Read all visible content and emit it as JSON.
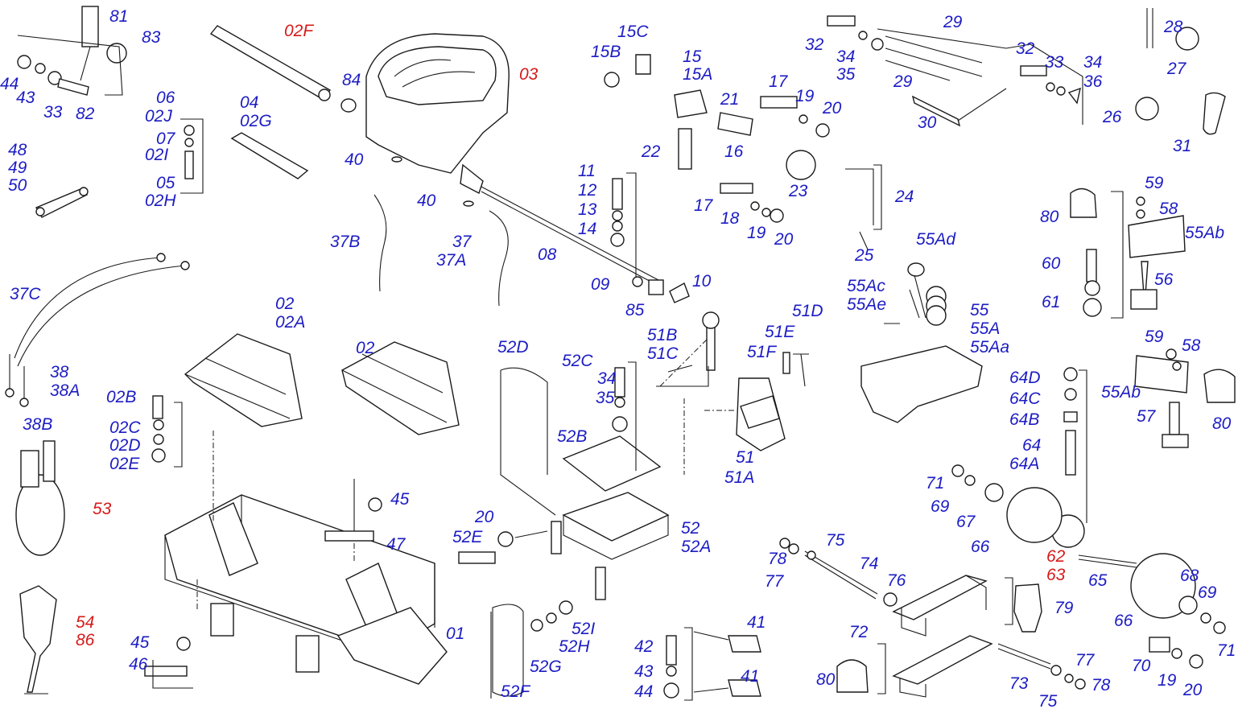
{
  "colors": {
    "standard": "#1c1cc4",
    "highlight": "#d61a1a",
    "drawing": "#1a1a1a"
  },
  "labels": [
    {
      "id": "81",
      "text": "81",
      "highlight": false
    },
    {
      "id": "83",
      "text": "83",
      "highlight": false
    },
    {
      "id": "44a",
      "text": "44",
      "highlight": false
    },
    {
      "id": "43a",
      "text": "43",
      "highlight": false
    },
    {
      "id": "33a",
      "text": "33",
      "highlight": false
    },
    {
      "id": "82",
      "text": "82",
      "highlight": false
    },
    {
      "id": "48",
      "text": "48",
      "highlight": false
    },
    {
      "id": "49",
      "text": "49",
      "highlight": false
    },
    {
      "id": "50",
      "text": "50",
      "highlight": false
    },
    {
      "id": "02F",
      "text": "02F",
      "highlight": true
    },
    {
      "id": "84",
      "text": "84",
      "highlight": false
    },
    {
      "id": "03",
      "text": "03",
      "highlight": true
    },
    {
      "id": "06",
      "text": "06",
      "highlight": false
    },
    {
      "id": "02J",
      "text": "02J",
      "highlight": false
    },
    {
      "id": "04",
      "text": "04",
      "highlight": false
    },
    {
      "id": "02G",
      "text": "02G",
      "highlight": false
    },
    {
      "id": "07",
      "text": "07",
      "highlight": false
    },
    {
      "id": "02I",
      "text": "02I",
      "highlight": false
    },
    {
      "id": "05",
      "text": "05",
      "highlight": false
    },
    {
      "id": "02H",
      "text": "02H",
      "highlight": false
    },
    {
      "id": "40a",
      "text": "40",
      "highlight": false
    },
    {
      "id": "40b",
      "text": "40",
      "highlight": false
    },
    {
      "id": "37B",
      "text": "37B",
      "highlight": false
    },
    {
      "id": "37",
      "text": "37",
      "highlight": false
    },
    {
      "id": "37A",
      "text": "37A",
      "highlight": false
    },
    {
      "id": "15C",
      "text": "15C",
      "highlight": false
    },
    {
      "id": "15B",
      "text": "15B",
      "highlight": false
    },
    {
      "id": "15",
      "text": "15",
      "highlight": false
    },
    {
      "id": "15A",
      "text": "15A",
      "highlight": false
    },
    {
      "id": "21",
      "text": "21",
      "highlight": false
    },
    {
      "id": "22",
      "text": "22",
      "highlight": false
    },
    {
      "id": "16",
      "text": "16",
      "highlight": false
    },
    {
      "id": "11",
      "text": "11",
      "highlight": false
    },
    {
      "id": "12",
      "text": "12",
      "highlight": false
    },
    {
      "id": "13",
      "text": "13",
      "highlight": false
    },
    {
      "id": "14",
      "text": "14",
      "highlight": false
    },
    {
      "id": "08",
      "text": "08",
      "highlight": false
    },
    {
      "id": "09",
      "text": "09",
      "highlight": false
    },
    {
      "id": "10",
      "text": "10",
      "highlight": false
    },
    {
      "id": "85",
      "text": "85",
      "highlight": false
    },
    {
      "id": "32a",
      "text": "32",
      "highlight": false
    },
    {
      "id": "34a",
      "text": "34",
      "highlight": false
    },
    {
      "id": "35a",
      "text": "35",
      "highlight": false
    },
    {
      "id": "29a",
      "text": "29",
      "highlight": false
    },
    {
      "id": "29b",
      "text": "29",
      "highlight": false
    },
    {
      "id": "30",
      "text": "30",
      "highlight": false
    },
    {
      "id": "32b",
      "text": "32",
      "highlight": false
    },
    {
      "id": "33b",
      "text": "33",
      "highlight": false
    },
    {
      "id": "34b",
      "text": "34",
      "highlight": false
    },
    {
      "id": "36",
      "text": "36",
      "highlight": false
    },
    {
      "id": "28",
      "text": "28",
      "highlight": false
    },
    {
      "id": "27",
      "text": "27",
      "highlight": false
    },
    {
      "id": "26",
      "text": "26",
      "highlight": false
    },
    {
      "id": "31",
      "text": "31",
      "highlight": false
    },
    {
      "id": "17a",
      "text": "17",
      "highlight": false
    },
    {
      "id": "19a",
      "text": "19",
      "highlight": false
    },
    {
      "id": "20a",
      "text": "20",
      "highlight": false
    },
    {
      "id": "23",
      "text": "23",
      "highlight": false
    },
    {
      "id": "24",
      "text": "24",
      "highlight": false
    },
    {
      "id": "17b",
      "text": "17",
      "highlight": false
    },
    {
      "id": "18",
      "text": "18",
      "highlight": false
    },
    {
      "id": "19b",
      "text": "19",
      "highlight": false
    },
    {
      "id": "20b",
      "text": "20",
      "highlight": false
    },
    {
      "id": "25",
      "text": "25",
      "highlight": false
    },
    {
      "id": "55Ad",
      "text": "55Ad",
      "highlight": false
    },
    {
      "id": "55Ac",
      "text": "55Ac",
      "highlight": false
    },
    {
      "id": "55Ae",
      "text": "55Ae",
      "highlight": false
    },
    {
      "id": "55",
      "text": "55",
      "highlight": false
    },
    {
      "id": "55A",
      "text": "55A",
      "highlight": false
    },
    {
      "id": "55Aa",
      "text": "55Aa",
      "highlight": false
    },
    {
      "id": "59a",
      "text": "59",
      "highlight": false
    },
    {
      "id": "58a",
      "text": "58",
      "highlight": false
    },
    {
      "id": "80a",
      "text": "80",
      "highlight": false
    },
    {
      "id": "55Ab1",
      "text": "55Ab",
      "highlight": false
    },
    {
      "id": "60",
      "text": "60",
      "highlight": false
    },
    {
      "id": "56",
      "text": "56",
      "highlight": false
    },
    {
      "id": "61",
      "text": "61",
      "highlight": false
    },
    {
      "id": "59b",
      "text": "59",
      "highlight": false
    },
    {
      "id": "58b",
      "text": "58",
      "highlight": false
    },
    {
      "id": "55Ab2",
      "text": "55Ab",
      "highlight": false
    },
    {
      "id": "80b",
      "text": "80",
      "highlight": false
    },
    {
      "id": "57",
      "text": "57",
      "highlight": false
    },
    {
      "id": "37C",
      "text": "37C",
      "highlight": false
    },
    {
      "id": "38",
      "text": "38",
      "highlight": false
    },
    {
      "id": "38A",
      "text": "38A",
      "highlight": false
    },
    {
      "id": "38B",
      "text": "38B",
      "highlight": false
    },
    {
      "id": "02a",
      "text": "02",
      "highlight": false
    },
    {
      "id": "02A",
      "text": "02A",
      "highlight": false
    },
    {
      "id": "02b",
      "text": "02",
      "highlight": false
    },
    {
      "id": "02B",
      "text": "02B",
      "highlight": false
    },
    {
      "id": "02C",
      "text": "02C",
      "highlight": false
    },
    {
      "id": "02D",
      "text": "02D",
      "highlight": false
    },
    {
      "id": "02E",
      "text": "02E",
      "highlight": false
    },
    {
      "id": "53",
      "text": "53",
      "highlight": true
    },
    {
      "id": "52D",
      "text": "52D",
      "highlight": false
    },
    {
      "id": "52C",
      "text": "52C",
      "highlight": false
    },
    {
      "id": "34c",
      "text": "34",
      "highlight": false
    },
    {
      "id": "35c",
      "text": "35",
      "highlight": false
    },
    {
      "id": "52B",
      "text": "52B",
      "highlight": false
    },
    {
      "id": "51B",
      "text": "51B",
      "highlight": false
    },
    {
      "id": "51C",
      "text": "51C",
      "highlight": false
    },
    {
      "id": "51D",
      "text": "51D",
      "highlight": false
    },
    {
      "id": "51E",
      "text": "51E",
      "highlight": false
    },
    {
      "id": "51F",
      "text": "51F",
      "highlight": false
    },
    {
      "id": "51",
      "text": "51",
      "highlight": false
    },
    {
      "id": "51A",
      "text": "51A",
      "highlight": false
    },
    {
      "id": "64D",
      "text": "64D",
      "highlight": false
    },
    {
      "id": "64C",
      "text": "64C",
      "highlight": false
    },
    {
      "id": "64B",
      "text": "64B",
      "highlight": false
    },
    {
      "id": "64",
      "text": "64",
      "highlight": false
    },
    {
      "id": "64A",
      "text": "64A",
      "highlight": false
    },
    {
      "id": "45a",
      "text": "45",
      "highlight": false
    },
    {
      "id": "47",
      "text": "47",
      "highlight": false
    },
    {
      "id": "20c",
      "text": "20",
      "highlight": false
    },
    {
      "id": "52E",
      "text": "52E",
      "highlight": false
    },
    {
      "id": "52",
      "text": "52",
      "highlight": false
    },
    {
      "id": "52A",
      "text": "52A",
      "highlight": false
    },
    {
      "id": "71a",
      "text": "71",
      "highlight": false
    },
    {
      "id": "69a",
      "text": "69",
      "highlight": false
    },
    {
      "id": "67",
      "text": "67",
      "highlight": false
    },
    {
      "id": "66a",
      "text": "66",
      "highlight": false
    },
    {
      "id": "62",
      "text": "62",
      "highlight": true
    },
    {
      "id": "63",
      "text": "63",
      "highlight": true
    },
    {
      "id": "65",
      "text": "65",
      "highlight": false
    },
    {
      "id": "75a",
      "text": "75",
      "highlight": false
    },
    {
      "id": "78a",
      "text": "78",
      "highlight": false
    },
    {
      "id": "77a",
      "text": "77",
      "highlight": false
    },
    {
      "id": "74",
      "text": "74",
      "highlight": false
    },
    {
      "id": "76",
      "text": "76",
      "highlight": false
    },
    {
      "id": "72",
      "text": "72",
      "highlight": false
    },
    {
      "id": "79",
      "text": "79",
      "highlight": false
    },
    {
      "id": "68",
      "text": "68",
      "highlight": false
    },
    {
      "id": "69b",
      "text": "69",
      "highlight": false
    },
    {
      "id": "66b",
      "text": "66",
      "highlight": false
    },
    {
      "id": "71b",
      "text": "71",
      "highlight": false
    },
    {
      "id": "54",
      "text": "54",
      "highlight": true
    },
    {
      "id": "86",
      "text": "86",
      "highlight": true
    },
    {
      "id": "01",
      "text": "01",
      "highlight": false
    },
    {
      "id": "45b",
      "text": "45",
      "highlight": false
    },
    {
      "id": "46",
      "text": "46",
      "highlight": false
    },
    {
      "id": "52I",
      "text": "52I",
      "highlight": false
    },
    {
      "id": "52H",
      "text": "52H",
      "highlight": false
    },
    {
      "id": "52G",
      "text": "52G",
      "highlight": false
    },
    {
      "id": "52F",
      "text": "52F",
      "highlight": false
    },
    {
      "id": "41a",
      "text": "41",
      "highlight": false
    },
    {
      "id": "42",
      "text": "42",
      "highlight": false
    },
    {
      "id": "43b",
      "text": "43",
      "highlight": false
    },
    {
      "id": "41b",
      "text": "41",
      "highlight": false
    },
    {
      "id": "44b",
      "text": "44",
      "highlight": false
    },
    {
      "id": "80c",
      "text": "80",
      "highlight": false
    },
    {
      "id": "73",
      "text": "73",
      "highlight": false
    },
    {
      "id": "75b",
      "text": "75",
      "highlight": false
    },
    {
      "id": "77b",
      "text": "77",
      "highlight": false
    },
    {
      "id": "78b",
      "text": "78",
      "highlight": false
    },
    {
      "id": "70",
      "text": "70",
      "highlight": false
    },
    {
      "id": "19c",
      "text": "19",
      "highlight": false
    },
    {
      "id": "20d",
      "text": "20",
      "highlight": false
    }
  ]
}
